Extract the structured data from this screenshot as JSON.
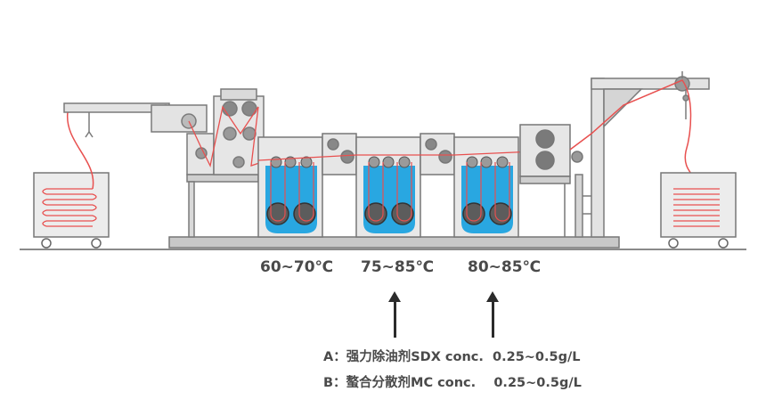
{
  "temperatures": {
    "zone1": "60~70℃",
    "zone2": "75~85℃",
    "zone3": "80~85℃"
  },
  "chemicals": {
    "line_a": "A：强力除油剂SDX conc.  0.25~0.5g/L",
    "line_b": "B：螯合分散剂MC conc.    0.25~0.5g/L"
  },
  "colors": {
    "frame": "#7a7a7a",
    "frame_fill": "#e9e9e9",
    "liquor": "#29a7e1",
    "fabric": "#e8504f",
    "roller": "#5a5a5a"
  }
}
